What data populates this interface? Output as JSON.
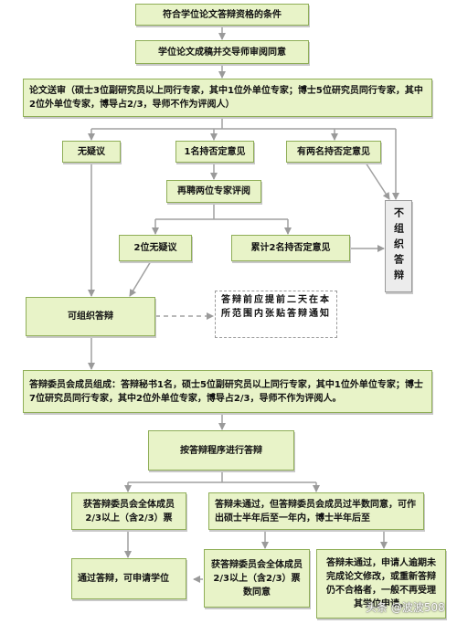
{
  "nodes": {
    "title": "符合学位论文答辩资格的条件",
    "submit": "学位论文成稿并交导师审阅同意",
    "review": "论文送审（硕士3位副研究员以上同行专家，其中1位外单位专家；博士5位研究员同行专家，其中2位外单位专家，博导占2/3，导师不作为评阅人）",
    "no_objection": "无疑议",
    "one_negative": "1名持否定意见",
    "two_negative": "有两名持否定意见",
    "rehire": "再聘两位专家评阅",
    "two_no_objection": "2位无疑议",
    "cumulative_two": "累计2名持否定意见",
    "no_defense": "不组织答辩",
    "can_defend": "可组织答辩",
    "notice": "答辩前应提前二天在本所范围内张贴答辩通知",
    "committee": "答辩委员会成员组成：答辩秘书1名，硕士5位副研究员以上同行专家，其中1位外单位专家；博士7位研究员同行专家，其中2位外单位专家，博导占2/3，导师不作为评阅人。",
    "procedure": "按答辩程序进行答辩",
    "pass_votes": "获答辩委员会全体成员2/3以上（含2/3）票",
    "not_passed_half": "答辩未通过，但答辩委员会成员过半数同意，可作出硕士半年后至一年内，博士半年后至",
    "pass_apply": "通过答辩，可申请学位",
    "second_pass": "获答辩委员会全体成员2/3以上（含2/3）票数同意",
    "fail_final": "答辩未通过，申请人逾期未完成论文修改，或重新答辩仍不合格者，一般不再受理其学位申请。"
  },
  "watermark": "头条 @波波508"
}
